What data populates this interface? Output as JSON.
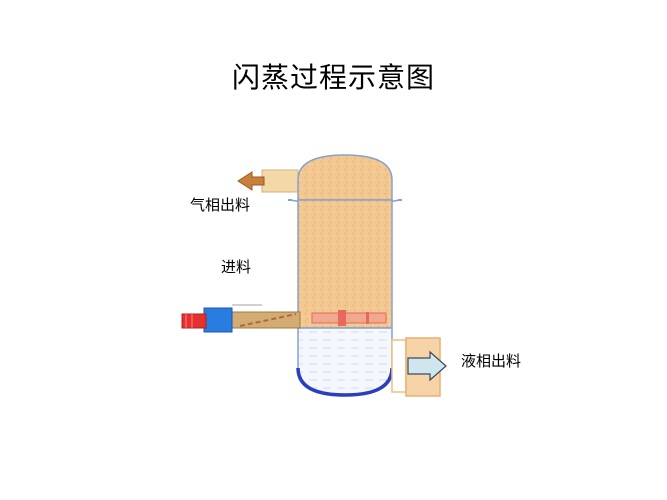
{
  "title": "闪蒸过程示意图",
  "labels": {
    "vapor_outlet": "气相出料",
    "feed": "进料",
    "liquid_outlet": "液相出料"
  },
  "colors": {
    "vessel_outline": "#8aa0cc",
    "vapor_fill": "#f2c790",
    "liquid_fill": "#f4f7fb",
    "vessel_bottom": "#2a3fc0",
    "feed_pipe": "#d2ac72",
    "feed_valve": "#2a7de0",
    "feed_inlet": "#e53030",
    "distributor": "#e86a5a",
    "outlet_frame": "#f0c080",
    "outlet_arrow": "#cfe6ee"
  }
}
